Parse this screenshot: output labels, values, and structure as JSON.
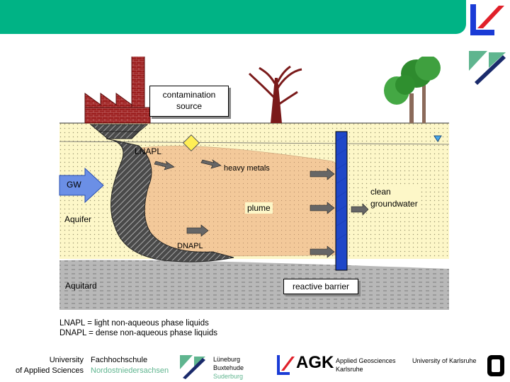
{
  "labels": {
    "contamination_source": [
      "contamination",
      "source"
    ],
    "lnapl": "LNAPL",
    "heavy_metals": "heavy metals",
    "gw": "GW",
    "clean_groundwater": [
      "clean",
      "groundwater"
    ],
    "plume": "plume",
    "aquifer": "Aquifer",
    "dnapl": "DNAPL",
    "aquitard": "Aquitard",
    "reactive_barrier": "reactive barrier"
  },
  "legend": [
    "LNAPL = light non-aqueous phase liquids",
    "DNAPL = dense non-aqueous phase liquids"
  ],
  "footer": {
    "uni_line1": "University",
    "uni_line2": "of Applied Sciences",
    "fh_line1": "Fachhochschule",
    "fh_line2": "Nordostniedersachsen",
    "cities": [
      "Lüneburg",
      "Buxtehude",
      "Suderburg"
    ],
    "agk": "AGK",
    "agk_sub": [
      "Applied Geosciences",
      "Karlsruhe"
    ],
    "karlsruhe": "University of Karlsruhe"
  },
  "colors": {
    "header_green": "#00b385",
    "brand_green": "#5fb58f",
    "brand_blue": "#1a3bd6",
    "brand_red": "#e0202a",
    "aquifer_fill": "#fdf7c8",
    "plume_fill": "#f3c99a",
    "aquitard_fill": "#b8b8b8",
    "barrier_blue": "#1f47c8",
    "factory_red": "#9b1d1d",
    "gw_arrow": "#6b8fe6"
  }
}
